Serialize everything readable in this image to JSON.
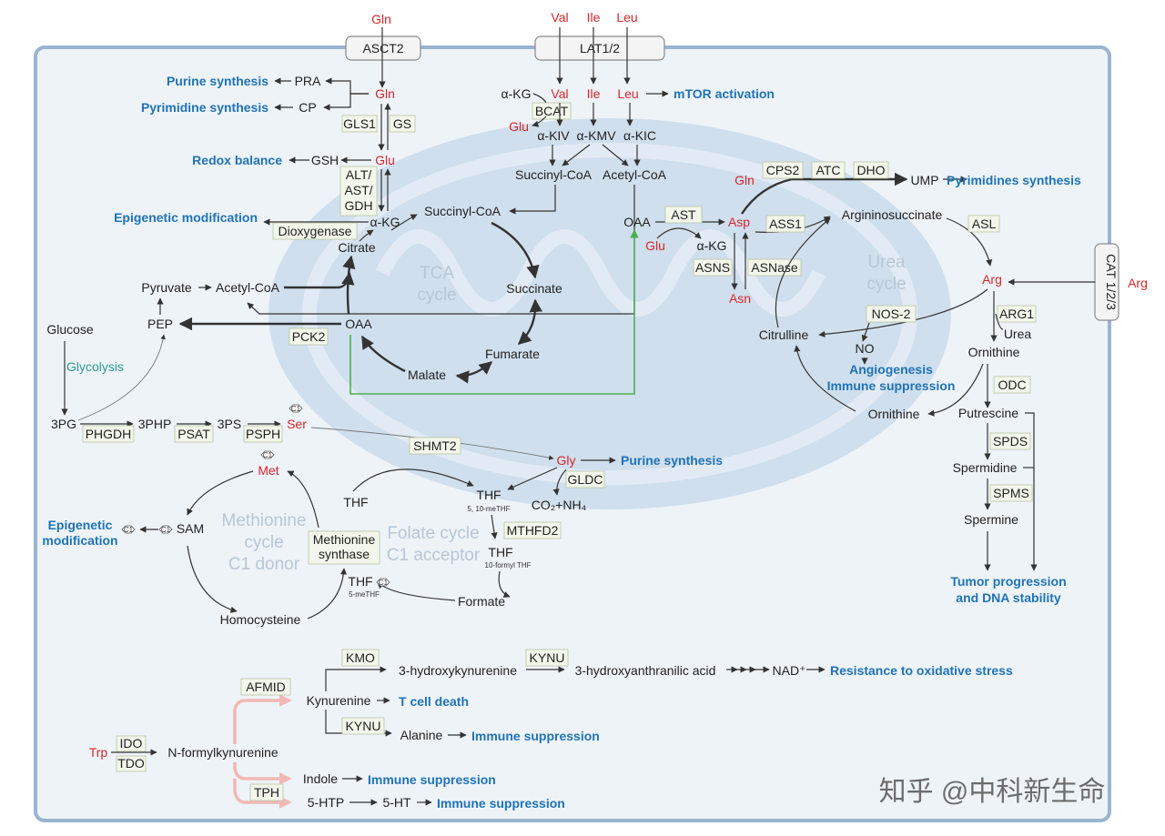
{
  "transporters": {
    "asct2": "ASCT2",
    "lat": "LAT1/2",
    "cat": "CAT 1/2/3"
  },
  "ext": {
    "gln": "Gln",
    "val": "Val",
    "ile": "Ile",
    "leu": "Leu",
    "arg": "Arg"
  },
  "gln_branch": {
    "purine": "Purine synthesis",
    "pra": "PRA",
    "gln": "Gln",
    "pyrimidine": "Pyrimidine synthesis",
    "cp": "CP",
    "gls1": "GLS1",
    "gs": "GS",
    "redox": "Redox balance",
    "gsh": "GSH",
    "glu": "Glu",
    "alt": "ALT/",
    "ast": "AST/",
    "gdh": "GDH",
    "epigenetic": "Epigenetic modification",
    "dioxygenase": "Dioxygenase",
    "akg": "α-KG"
  },
  "bcaa": {
    "akg": "α-KG",
    "val": "Val",
    "ile": "Ile",
    "leu": "Leu",
    "mtor": "mTOR activation",
    "bcat": "BCAT",
    "glu": "Glu",
    "akiv": "α-KIV",
    "akmv": "α-KMV",
    "akic": "α-KIC",
    "succinyl": "Succinyl-CoA",
    "acetyl": "Acetyl-CoA"
  },
  "tca": {
    "title1": "TCA",
    "title2": "cycle",
    "succinyl": "Succinyl-CoA",
    "citrate": "Citrate",
    "succinate": "Succinate",
    "fumarate": "Fumarate",
    "malate": "Malate",
    "oaa": "OAA",
    "pyruvate": "Pyruvate",
    "acetyl": "Acetyl-CoA",
    "pep": "PEP",
    "pck2": "PCK2"
  },
  "glycolysis": {
    "glucose": "Glucose",
    "label": "Glycolysis"
  },
  "serine": {
    "pg": "3PG",
    "phgdh": "PHGDH",
    "php": "3PHP",
    "psat": "PSAT",
    "ps": "3PS",
    "psph": "PSPH",
    "ser": "Ser",
    "c1": "C1"
  },
  "asp": {
    "oaa": "OAA",
    "ast": "AST",
    "asp": "Asp",
    "glu": "Glu",
    "akg": "α-KG",
    "asns": "ASNS",
    "asnase": "ASNase",
    "asn": "Asn",
    "gln": "Gln",
    "cps2": "CPS2",
    "atc": "ATC",
    "dho": "DHO",
    "ump": "UMP",
    "pyrimidines": "Pyrimidines synthesis",
    "ass1": "ASS1"
  },
  "urea": {
    "title1": "Urea",
    "title2": "cycle",
    "argsucc": "Argininosuccinate",
    "asl": "ASL",
    "arg": "Arg",
    "nos2": "NOS-2",
    "citrulline": "Citrulline",
    "no": "NO",
    "angio": "Angiogenesis",
    "immune": "Immune suppression",
    "arg1": "ARG1",
    "urea": "Urea",
    "ornithine": "Ornithine",
    "ornithine2": "Ornithine",
    "odc": "ODC",
    "putrescine": "Putrescine",
    "spds": "SPDS",
    "spermidine": "Spermidine",
    "spms": "SPMS",
    "spermine": "Spermine",
    "tumor1": "Tumor progression",
    "tumor2": "and DNA stability"
  },
  "folate": {
    "shmt2": "SHMT2",
    "gly": "Gly",
    "purine": "Purine synthesis",
    "gldc": "GLDC",
    "thf": "THF",
    "meTHF": "5, 10-meTHF",
    "co2": "CO₂+NH₄",
    "mthfd2": "MTHFD2",
    "thf2": "THF",
    "formylTHF": "10-formyl THF",
    "formate": "Formate",
    "title1": "Folate cycle",
    "title2": "C1 acceptor"
  },
  "methionine": {
    "met": "Met",
    "thf": "THF",
    "sam": "SAM",
    "epi1": "Epigenetic",
    "epi2": "modification",
    "synthase1": "Methionine",
    "synthase2": "synthase",
    "thf5": "THF",
    "meTHF5": "5-meTHF",
    "homocysteine": "Homocysteine",
    "title1": "Methionine",
    "title2": "cycle",
    "title3": "C1 donor"
  },
  "trp": {
    "kmo": "KMO",
    "hk": "3-hydroxykynurenine",
    "kynu": "KYNU",
    "haa": "3-hydroxyanthranilic acid",
    "nad": "NAD⁺",
    "resist": "Resistance to oxidative stress",
    "afmid": "AFMID",
    "kyn": "Kynurenine",
    "tcell": "T cell death",
    "kynu2": "KYNU",
    "alanine": "Alanine",
    "immune1": "Immune suppression",
    "trp": "Trp",
    "ido": "IDO",
    "tdo": "TDO",
    "nfk": "N-formylkynurenine",
    "indole": "Indole",
    "immune2": "Immune suppression",
    "tph": "TPH",
    "htp": "5-HTP",
    "ht": "5-HT",
    "immune3": "Immune suppression"
  },
  "watermark": "知乎 @中科新生命"
}
